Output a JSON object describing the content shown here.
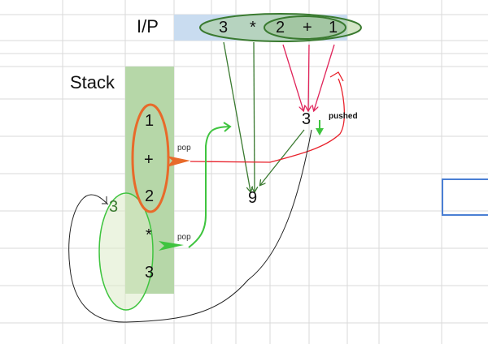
{
  "labels": {
    "input": "I/P",
    "stack": "Stack",
    "pop_1": "pop",
    "pop_2": "pop",
    "pushed": "pushed"
  },
  "input_tokens": [
    "3",
    "*",
    "2",
    "+",
    "1"
  ],
  "stack_items": [
    "1",
    "+",
    "2",
    "*",
    "3"
  ],
  "intermediate_result": "3",
  "pushed_result_in_stack": "3",
  "final_result": "9",
  "colors": {
    "input_highlight": "#c9dcf0",
    "stack_fill": "#b6d7a8",
    "dark_green": "#3a7a30",
    "bright_green": "#3fc43f",
    "orange": "#e86a2a",
    "red": "#e8202a",
    "crimson": "#e0245a",
    "selected_cell_border": "#4a7fd4",
    "grid": "#dadada"
  }
}
